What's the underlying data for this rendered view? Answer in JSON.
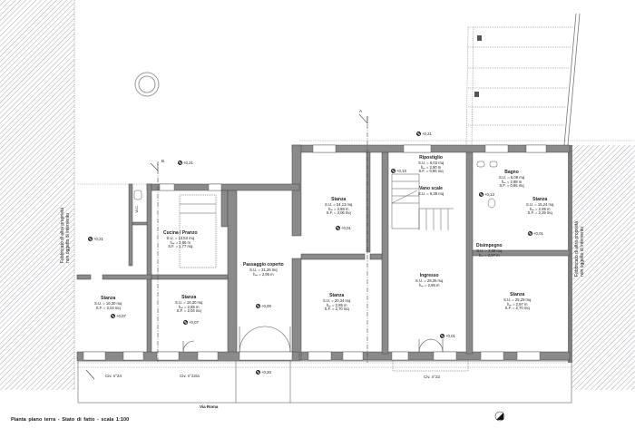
{
  "drawing": {
    "caption": "Pianta piano terra  -  Stato di fatto  -  scala 1:100",
    "street": "Via Roma",
    "adjacent_left": [
      "Fabbricato di altra proprietà",
      "non oggetto di intervento"
    ],
    "adjacent_right": [
      "Fabbricato di altra proprietà",
      "non oggetto di intervento"
    ],
    "section_markers": [
      "A",
      "A",
      "B",
      "B"
    ],
    "civic_numbers": [
      "Civ. n°24",
      "Civ. n°22/a",
      "Civ. n°22"
    ],
    "colors": {
      "wall": "#8a8a8a",
      "wall_dark": "#6e6e6e",
      "line": "#333333",
      "hatch": "#9aa2a8",
      "paper": "#ffffff"
    }
  },
  "rooms": [
    {
      "id": "cucina",
      "name": "Cucina / Pranzo",
      "lines": [
        "S.U. = 13,53 mq",
        "hₘ = 2,80 m",
        "S.F. = 1,77 mq"
      ]
    },
    {
      "id": "stanza-sx",
      "name": "Stanza",
      "lines": [
        "S.U. = 16,30 mq",
        "S.F. = 2,04 mq"
      ]
    },
    {
      "id": "stanza-22a",
      "name": "Stanza",
      "lines": [
        "S.U. = 16,30 mq",
        "hₘ = 2,85 m",
        "S.F. = 2,04 mq"
      ]
    },
    {
      "id": "passaggio",
      "name": "Passaggio coperto",
      "lines": [
        "S.U. = 31,26 mq",
        "hₘ = 2,95 m"
      ]
    },
    {
      "id": "stanza-n",
      "name": "Stanza",
      "lines": [
        "S.U. = 24,13 mq",
        "hₘ = 2,96 m",
        "S.F. = 3,06 mq"
      ]
    },
    {
      "id": "stanza-s",
      "name": "Stanza",
      "lines": [
        "S.U. = 20,34 mq",
        "hₘ = 2,95 m",
        "S.F. = 2,70 mq"
      ]
    },
    {
      "id": "ripostiglio",
      "name": "Ripostiglio",
      "lines": [
        "S.U. = 6,03 mq",
        "hₘ = 2,50 m",
        "S.F. = 0,96 mq"
      ]
    },
    {
      "id": "vano-scale",
      "name": "Vano scale",
      "lines": [
        "S.U. = 6,38 mq"
      ]
    },
    {
      "id": "ingresso",
      "name": "Ingresso",
      "lines": [
        "S.U. = 28,35 mq",
        "hₘ = 2,95 m"
      ]
    },
    {
      "id": "bagno",
      "name": "Bagno",
      "lines": [
        "S.U. = 6,08 mq",
        "hₘ = 2,88 m",
        "S.F. = 0,96 mq"
      ]
    },
    {
      "id": "disimpegno",
      "name": "Disimpegno",
      "lines": [
        "S.U. = 2,09 mq",
        "hₘ = 2,97 m"
      ]
    },
    {
      "id": "stanza-ne",
      "name": "Stanza",
      "lines": [
        "S.U. = 15,24 mq",
        "hₘ = 2,99 m",
        "S.F. = 2,29 mq"
      ]
    },
    {
      "id": "stanza-se",
      "name": "Stanza",
      "lines": [
        "S.U. = 25,29 mq",
        "hₘ = 2,97 m",
        "S.F. = 2,70 mq"
      ]
    },
    {
      "id": "wc",
      "name": "W.C.",
      "lines": []
    }
  ],
  "levels": [
    {
      "id": "l1",
      "value": "+0,21"
    },
    {
      "id": "l2",
      "value": "+0,21"
    },
    {
      "id": "l3",
      "value": "+0,21"
    },
    {
      "id": "l4",
      "value": "+0,07"
    },
    {
      "id": "l5",
      "value": "+0,07"
    },
    {
      "id": "l6",
      "value": "+0,00"
    },
    {
      "id": "l7",
      "value": "+0,01"
    },
    {
      "id": "l8",
      "value": "+0,13"
    },
    {
      "id": "l9",
      "value": "+0,13"
    },
    {
      "id": "l10",
      "value": "+0,01"
    },
    {
      "id": "l11",
      "value": "+0,01"
    },
    {
      "id": "l12",
      "value": "+0,20"
    },
    {
      "id": "l13",
      "value": "+0,21"
    }
  ]
}
